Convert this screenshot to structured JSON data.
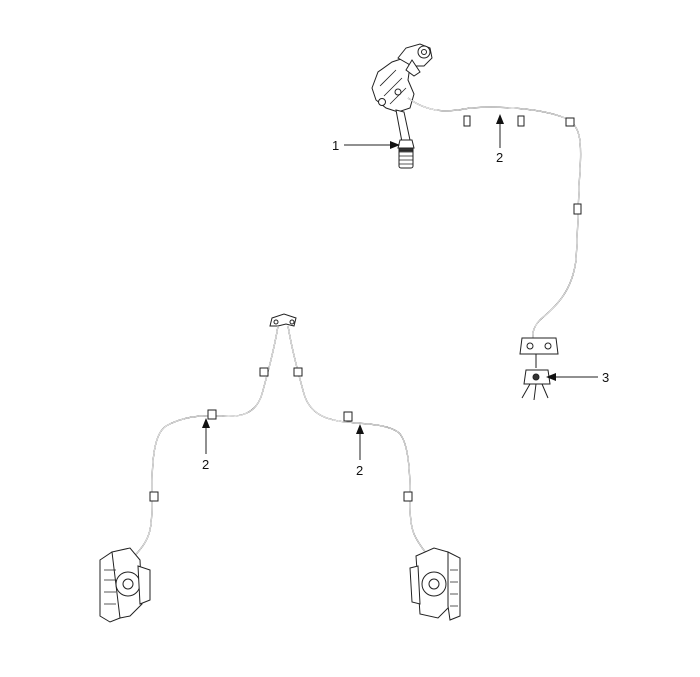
{
  "diagram": {
    "callouts": [
      {
        "id": "c1",
        "label": "1"
      },
      {
        "id": "c2a",
        "label": "2"
      },
      {
        "id": "c3",
        "label": "3"
      },
      {
        "id": "c2b",
        "label": "2"
      },
      {
        "id": "c2c",
        "label": "2"
      }
    ]
  },
  "colors": {
    "ink": "#222222",
    "background": "#ffffff"
  }
}
